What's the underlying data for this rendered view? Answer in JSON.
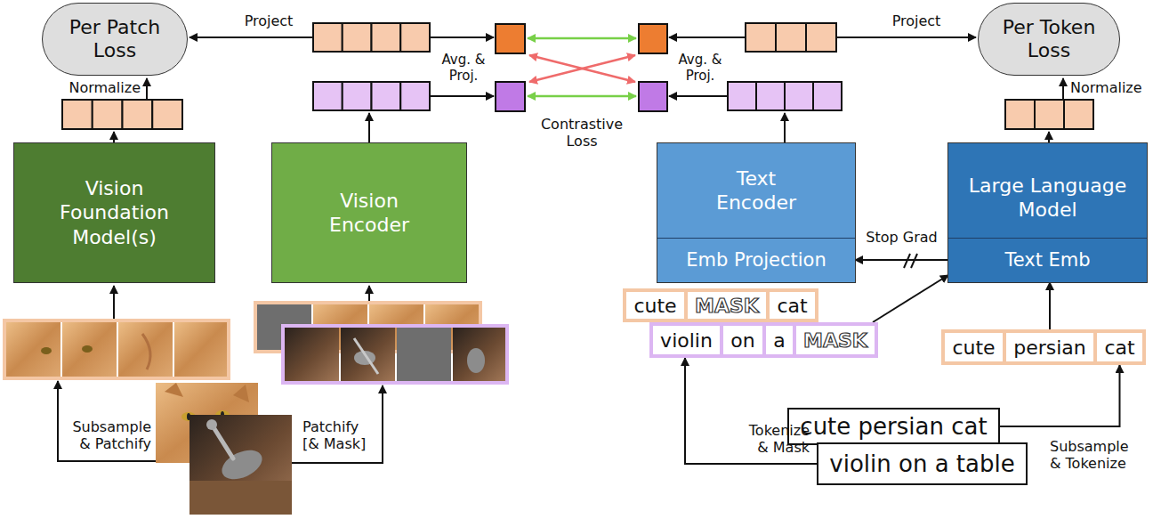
{
  "diagram": {
    "nodes": [
      {
        "text": [
          "Per Patch Loss"
        ]
      },
      {
        "text": [
          "Per Token Loss"
        ]
      },
      {
        "text": [
          "Vision Foundation Model(s)"
        ]
      },
      {
        "text": [
          "Vision Encoder"
        ]
      },
      {
        "text": [
          "Text Encoder"
        ]
      },
      {
        "text": [
          "Emb Projection"
        ],
        "in": 4
      },
      {
        "text": [
          "Large Language Model"
        ]
      },
      {
        "text": [
          "Text Emb"
        ],
        "in": 6
      },
      {
        "text": [
          "cute"
        ]
      },
      {
        "text": [
          "MASK"
        ]
      },
      {
        "text": [
          "cat"
        ]
      },
      {
        "text": [
          "violin"
        ]
      },
      {
        "text": [
          "on"
        ]
      },
      {
        "text": [
          "a"
        ]
      },
      {
        "text": [
          "MASK"
        ]
      },
      {
        "text": [
          "cute"
        ]
      },
      {
        "text": [
          "persian"
        ]
      },
      {
        "text": [
          "cat"
        ]
      },
      {
        "text": [
          "cute persian cat"
        ]
      },
      {
        "text": [
          "violin on a table"
        ]
      }
    ],
    "edges": [
      {
        "from": 7,
        "to": 5,
        "arrow": "to",
        "label": "Stop Grad"
      },
      {
        "from": 14,
        "to": 7,
        "arrow": "to"
      },
      {
        "from": 16,
        "to": 7,
        "arrow": "to"
      },
      {
        "from": 19,
        "to": 11,
        "arrow": "to"
      },
      {
        "from": 18,
        "to": 17,
        "arrow": "to"
      }
    ],
    "labels": [
      "Project",
      "Normalize",
      "Avg. & Proj.",
      "Contrastive Loss",
      "Avg. & Proj.",
      "Project",
      "Normalize",
      "Subsample & Patchify",
      "Patchify [& Mask]",
      "Tokenize & Mask",
      "Subsample & Tokenize"
    ]
  }
}
